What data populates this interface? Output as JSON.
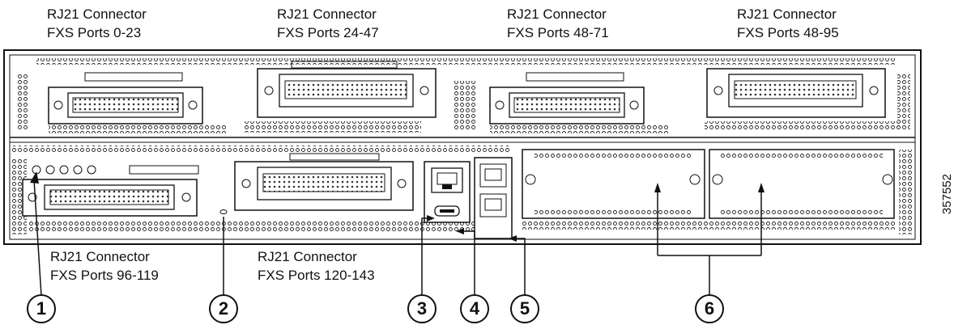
{
  "top_labels": [
    {
      "line1": "RJ21 Connector",
      "line2": "FXS Ports 0-23"
    },
    {
      "line1": "RJ21 Connector",
      "line2": "FXS Ports 24-47"
    },
    {
      "line1": "RJ21 Connector",
      "line2": "FXS Ports 48-71"
    },
    {
      "line1": "RJ21 Connector",
      "line2": "FXS Ports 48-95"
    }
  ],
  "bottom_labels": [
    {
      "line1": "RJ21 Connector",
      "line2": "FXS Ports 96-119"
    },
    {
      "line1": "RJ21 Connector",
      "line2": "FXS Ports 120-143"
    }
  ],
  "callouts": [
    "1",
    "2",
    "3",
    "4",
    "5",
    "6"
  ],
  "figure_id": "357552"
}
